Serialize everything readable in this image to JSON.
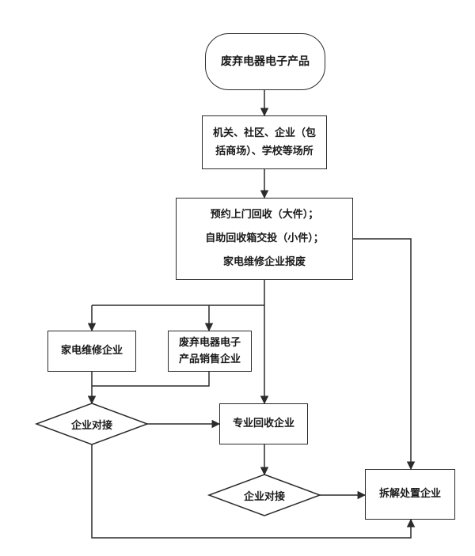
{
  "nodes": {
    "start": "废弃电器电子产品",
    "sources": [
      "机关、社区、企业（包",
      "括商场）、学校等场所"
    ],
    "methods": [
      "预约上门回收（大件）；",
      "自助回收箱交投（小件）；",
      "家电维修企业报废"
    ],
    "repair": "家电维修企业",
    "sales": [
      "废弃电器电子",
      "产品销售企业"
    ],
    "dock1": "企业对接",
    "recycle": "专业回收企业",
    "dock2": "企业对接",
    "dismantle": "拆解处置企业"
  }
}
